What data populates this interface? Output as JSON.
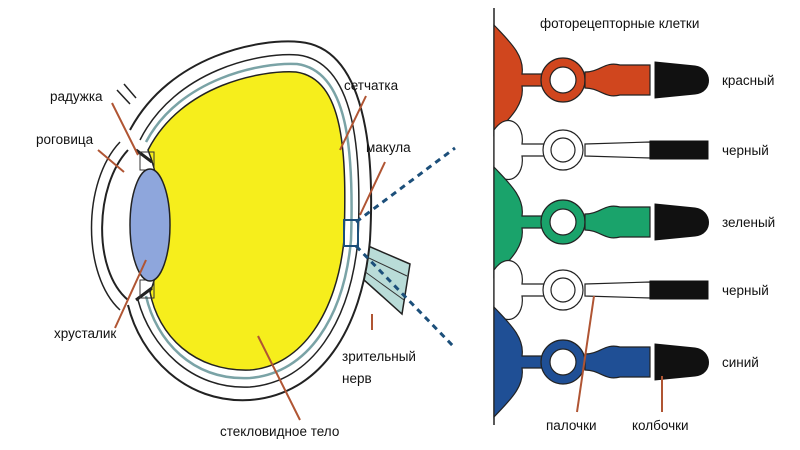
{
  "eye": {
    "labels": {
      "iris": "радужка",
      "cornea": "роговица",
      "lens": "хрусталик",
      "retina": "сетчатка",
      "macula": "макула",
      "optic_nerve_1": "зрительный",
      "optic_nerve_2": "нерв",
      "vitreous": "стекловидное тело"
    }
  },
  "cells": {
    "title": "фоторецепторные клетки",
    "rows": [
      {
        "label": "красный",
        "type": "cone",
        "color": "#d0461e"
      },
      {
        "label": "черный",
        "type": "rod",
        "color": "#ffffff"
      },
      {
        "label": "зеленый",
        "type": "cone",
        "color": "#1aa36b"
      },
      {
        "label": "черный",
        "type": "rod",
        "color": "#ffffff"
      },
      {
        "label": "синий",
        "type": "cone",
        "color": "#1f4f95"
      }
    ],
    "bottom_labels": {
      "rods": "палочки",
      "cones": "колбочки"
    }
  },
  "colors": {
    "vitreous": "#f6ee1c",
    "lens": "#8ea6dc",
    "leader": "#b05533",
    "zoom_line": "#1c4f7a",
    "nerve": "#b9dcd8"
  }
}
